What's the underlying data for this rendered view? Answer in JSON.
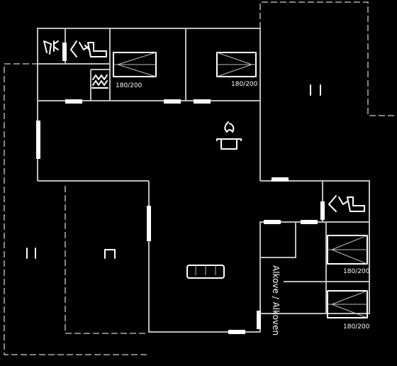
{
  "labels": {
    "bed_top_left": "180/200",
    "bed_top_right": "180/200",
    "bed_right_upper": "180/200",
    "bed_right_lower": "180/200",
    "alcove": "Alkove / Alkoven"
  },
  "colors": {
    "background": "#000000",
    "walls": "#bdbdbd",
    "doors": "#ffffff"
  },
  "icons": [
    "toilet-icon",
    "shower-icon",
    "wash-basin-icon",
    "kitchen-stove-icon",
    "bed-icon",
    "sofa-icon",
    "fireplace-icon",
    "window-icon",
    "bath-icon"
  ]
}
